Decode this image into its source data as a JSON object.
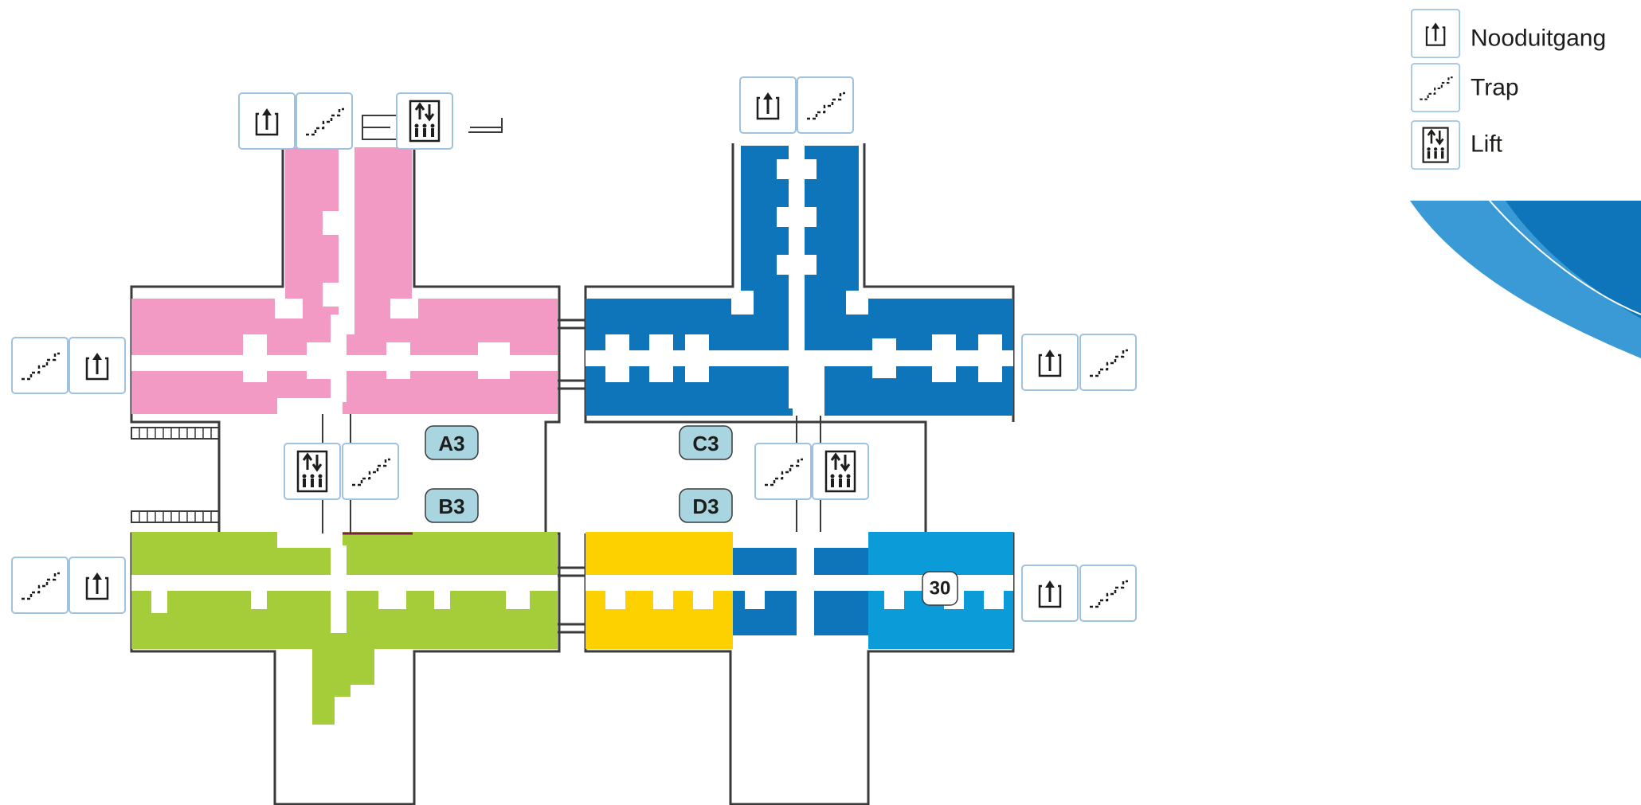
{
  "legend": {
    "items": [
      {
        "icon": "emergency-exit-icon",
        "label": "Nooduitgang"
      },
      {
        "icon": "stairs-icon",
        "label": "Trap"
      },
      {
        "icon": "elevator-icon",
        "label": "Lift"
      }
    ]
  },
  "wings": {
    "a3": {
      "label": "A3",
      "color": "#f39ac4"
    },
    "b3": {
      "label": "B3",
      "color": "#a4cd39"
    },
    "c3": {
      "label": "C3",
      "color": "#0f75bb"
    },
    "d3": {
      "label": "D3",
      "colors": [
        "#fdd000",
        "#0f75bb",
        "#0a9bd8"
      ]
    }
  },
  "room": {
    "number": "30"
  },
  "colors": {
    "label_bg": "#a8d5e0",
    "icon_border": "#9fc2e0",
    "wall": "#3a3a3a",
    "corridor": "#ffffff",
    "swoosh_dark": "#0f75bb",
    "swoosh_light": "#3a9ad6"
  }
}
